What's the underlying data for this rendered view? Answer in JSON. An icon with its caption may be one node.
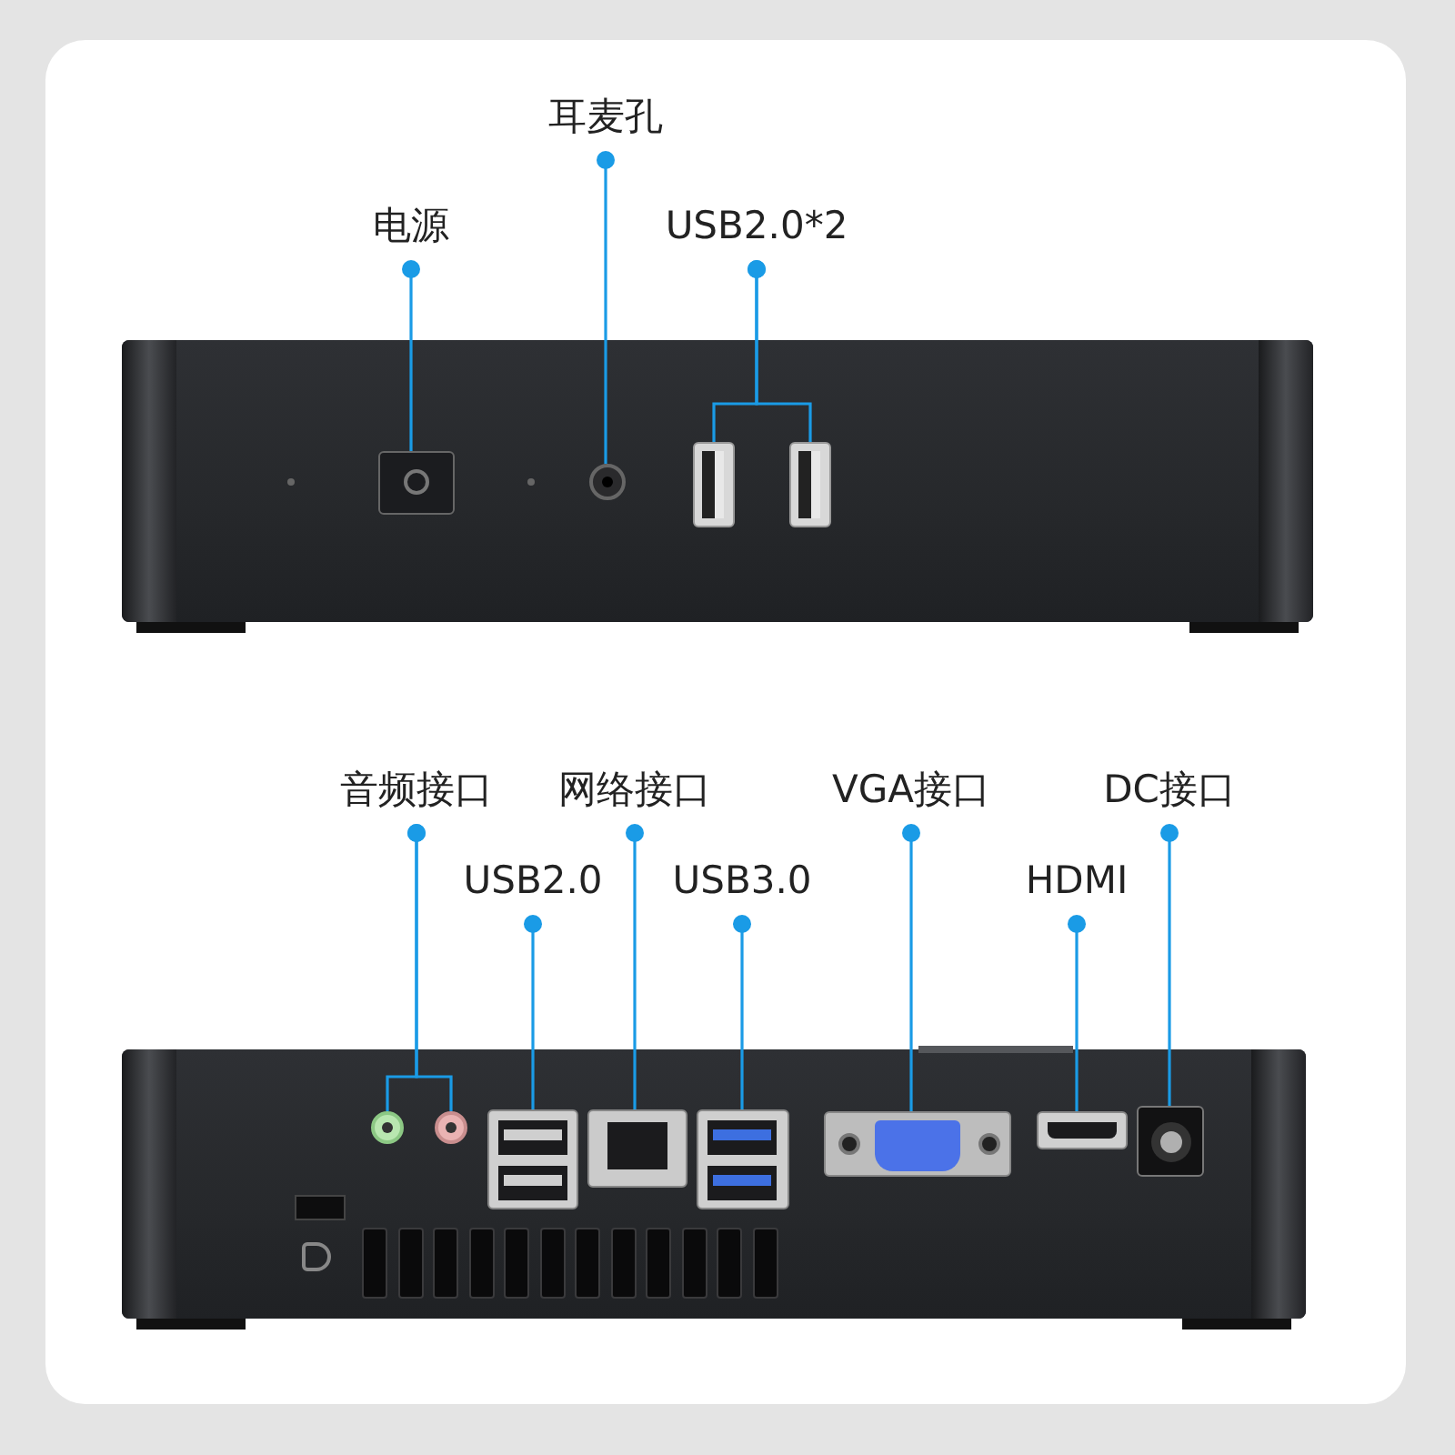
{
  "diagram": {
    "nodes": [
      {
        "text": [
          "电源"
        ]
      },
      {
        "text": [],
        "shape": "box"
      },
      {
        "text": [
          "耳麦孔"
        ]
      },
      {
        "text": [],
        "shape": "circle"
      },
      {
        "text": [
          "USB2.0*2"
        ]
      },
      {
        "text": [],
        "shape": "box"
      },
      {
        "text": [],
        "shape": "box"
      },
      {
        "text": [
          "音频接口"
        ]
      },
      {
        "text": [],
        "shape": "circle"
      },
      {
        "text": [],
        "shape": "circle"
      },
      {
        "text": [
          "USB2.0"
        ]
      },
      {
        "text": [],
        "shape": "box"
      },
      {
        "text": [
          "网络接口"
        ]
      },
      {
        "text": [],
        "shape": "box"
      },
      {
        "text": [
          "USB3.0"
        ]
      },
      {
        "text": [],
        "shape": "box"
      },
      {
        "text": [
          "VGA接口"
        ]
      },
      {
        "text": [],
        "shape": "box"
      },
      {
        "text": [
          "HDMI"
        ]
      },
      {
        "text": [],
        "shape": "box"
      },
      {
        "text": [
          "DC接口"
        ]
      },
      {
        "text": [],
        "shape": "box"
      }
    ],
    "edges": [
      {
        "from": 0,
        "to": 1,
        "arrow": "other"
      },
      {
        "from": 2,
        "to": 3,
        "arrow": "other"
      },
      {
        "from": 4,
        "to": 5,
        "arrow": "other"
      },
      {
        "from": 4,
        "to": 6,
        "arrow": "other"
      },
      {
        "from": 7,
        "to": 8,
        "arrow": "other"
      },
      {
        "from": 7,
        "to": 9,
        "arrow": "other"
      },
      {
        "from": 10,
        "to": 11,
        "arrow": "other"
      },
      {
        "from": 12,
        "to": 13,
        "arrow": "other"
      },
      {
        "from": 14,
        "to": 15,
        "arrow": "other"
      },
      {
        "from": 16,
        "to": 17,
        "arrow": "other"
      },
      {
        "from": 18,
        "to": 19,
        "arrow": "other"
      },
      {
        "from": 20,
        "to": 21,
        "arrow": "other"
      }
    ]
  }
}
